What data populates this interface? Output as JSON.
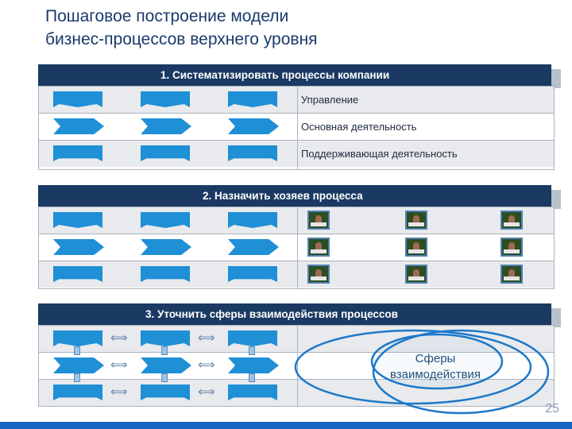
{
  "slide": {
    "title_line1": "Пошаговое построение модели",
    "title_line2": "бизнес-процессов верхнего уровня",
    "page_number": "25"
  },
  "colors": {
    "header_bg": "#1b3a63",
    "process_shape": "#1f8fd6",
    "accent_bar": "#1565c0",
    "venn_stroke": "#1d78c8"
  },
  "steps": [
    {
      "header": "1. Систематизировать процессы компании",
      "rows": [
        "Управление",
        "Основная деятельность",
        "Поддерживающая деятельность"
      ]
    },
    {
      "header": "2. Назначить хозяев процесса"
    },
    {
      "header": "3. Уточнить сферы взаимодействия процессов",
      "venn_label_line1": "Сферы",
      "venn_label_line2": "взаимодействия"
    }
  ],
  "icons": {
    "process_shapes": [
      "banner-shape",
      "chevron-shape",
      "document-shape"
    ],
    "owner": "person-photo-icon",
    "interaction": "double-arrow-icon"
  }
}
